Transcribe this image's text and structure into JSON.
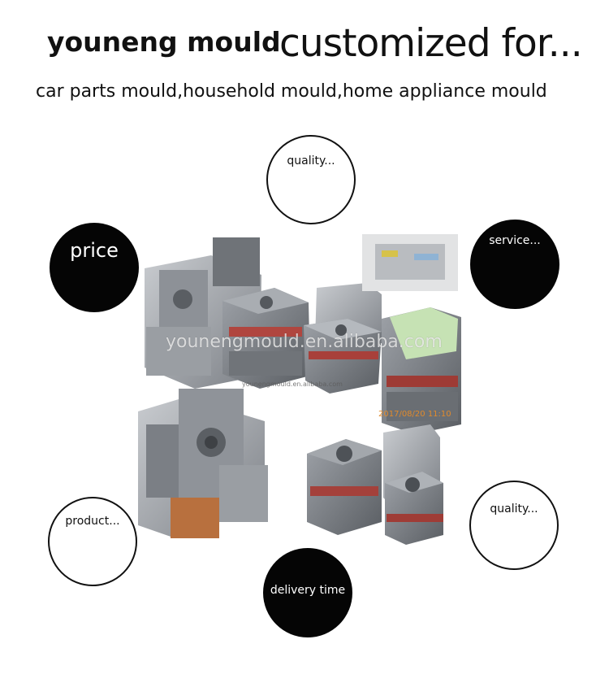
{
  "header": {
    "brand": "youneng mould",
    "tagline": "customized for...",
    "subline": "car parts mould,household mould,home appliance mould"
  },
  "features": {
    "quality_top": "quality...",
    "price": "price",
    "service": "service...",
    "product": "product...",
    "quality_bottom": "quality...",
    "delivery": "delivery time"
  },
  "photo": {
    "watermark_large": "younengmould.en.alibaba.com",
    "watermark_small": "younengmould.en.alibaba.com",
    "date_stamp": "2017/08/20 11:10"
  },
  "colors": {
    "background": "#ffffff",
    "text": "#111111",
    "filled_circle": "#050505"
  }
}
